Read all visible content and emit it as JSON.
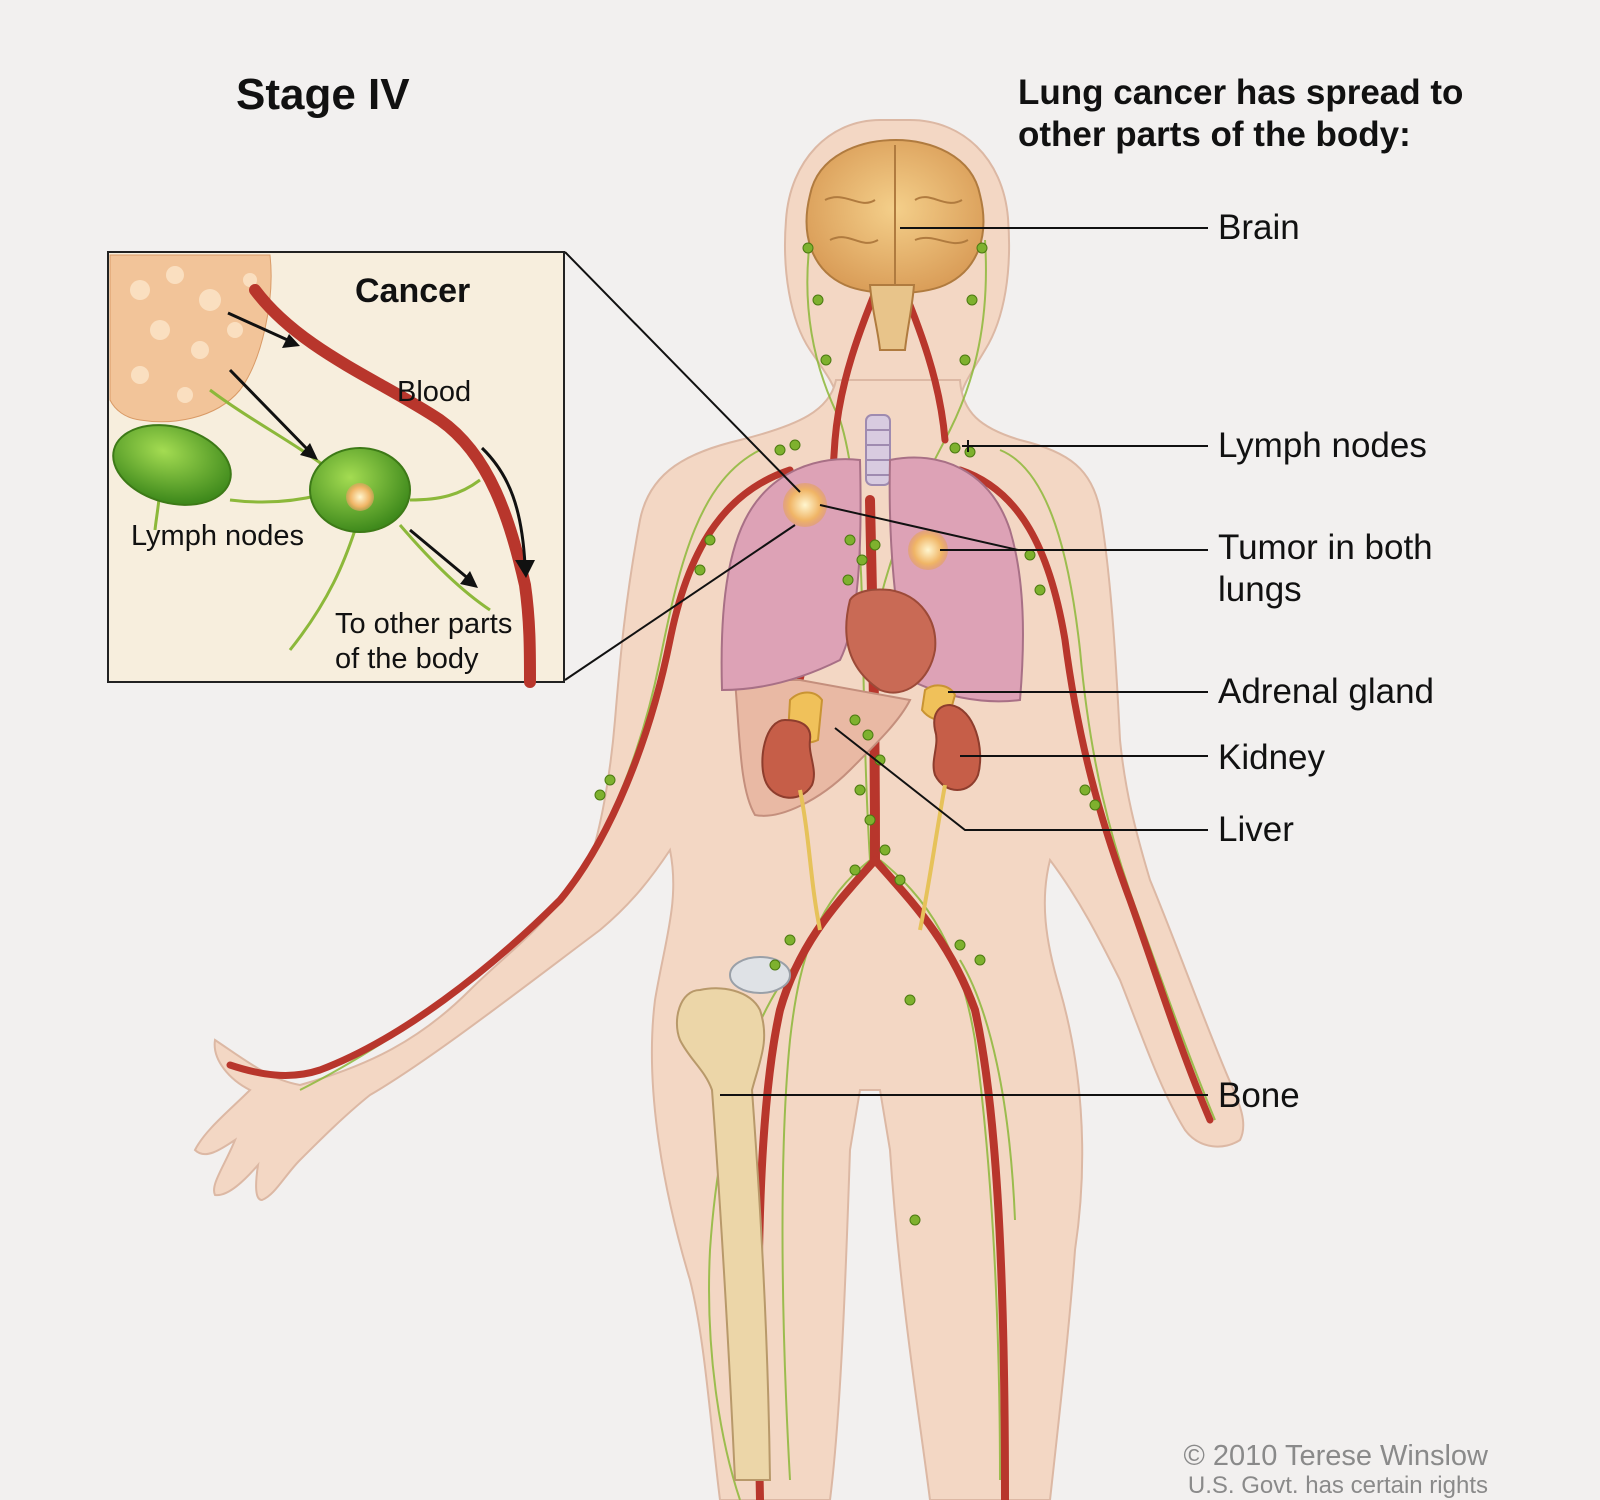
{
  "title": "Stage IV",
  "heading": "Lung cancer has spread to other parts of the body:",
  "organ_labels": {
    "brain": "Brain",
    "lymph_nodes": "Lymph nodes",
    "tumor_line1": "Tumor in both",
    "tumor_line2": "lungs",
    "adrenal": "Adrenal gland",
    "kidney": "Kidney",
    "liver": "Liver",
    "bone": "Bone"
  },
  "inset": {
    "cancer": "Cancer",
    "blood": "Blood",
    "lymph_nodes": "Lymph nodes",
    "to_other_line1": "To other parts",
    "to_other_line2": "of the body"
  },
  "copyright": {
    "line1": "© 2010 Terese Winslow",
    "line2": "U.S. Govt. has certain rights"
  },
  "colors": {
    "background": "#f2f0ef",
    "skin": "#f3d7c4",
    "artery": "#b8362c",
    "lymph": "#8cb83a",
    "lung": "#dda2b6",
    "inset_bg": "#f7eedd"
  }
}
